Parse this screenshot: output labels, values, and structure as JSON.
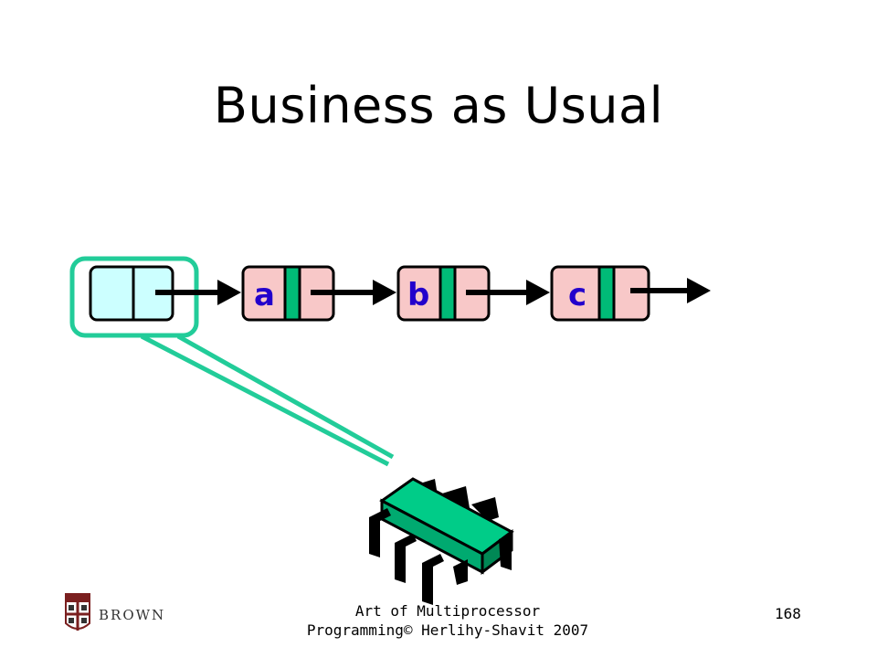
{
  "slide": {
    "title": "Business as Usual"
  },
  "list": {
    "nodes": [
      {
        "key": ""
      },
      {
        "key": "a"
      },
      {
        "key": "b"
      },
      {
        "key": "c"
      }
    ]
  },
  "footer": {
    "brand": "BROWN",
    "caption": "Art of Multiprocessor Programming© Herlihy-Shavit 2007",
    "page": "168"
  },
  "colors": {
    "node_fill": "#f8c8c8",
    "sentinel_fill": "#ccffff",
    "lock_green": "#00bb77",
    "highlight_green": "#22cc99",
    "chip_top": "#00cc88",
    "label_blue": "#2200cc"
  },
  "icons": {
    "processor": "cpu-chip-icon",
    "logo": "brown-shield-icon"
  }
}
